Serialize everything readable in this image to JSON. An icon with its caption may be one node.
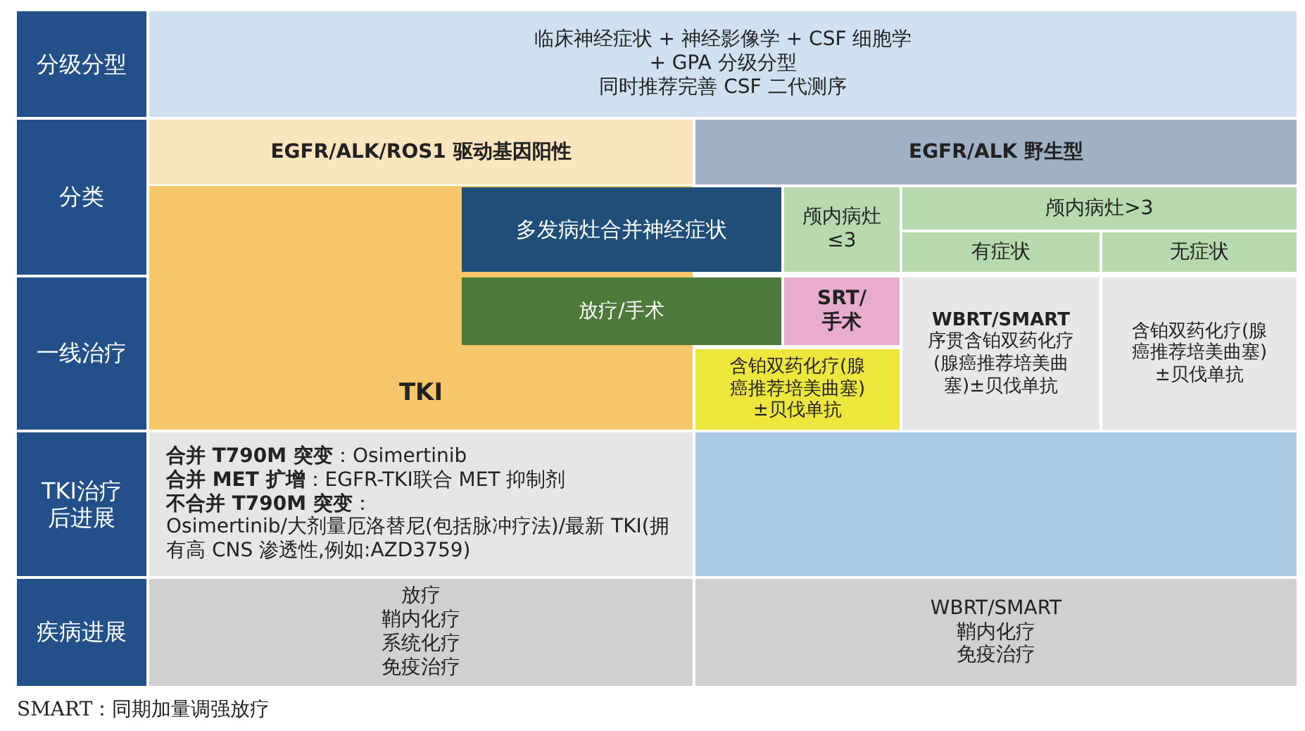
{
  "diagram": {
    "nodes": [
      {
        "text": [
          "分级分型"
        ]
      },
      {
        "text": [
          "分类"
        ]
      },
      {
        "text": [
          "一线治疗"
        ]
      },
      {
        "text": [
          "TKI治疗后进展"
        ]
      },
      {
        "text": [
          "疾病进展"
        ]
      },
      {
        "text": [
          "临床神经症状 + 神经影像学 + CSF 细胞学",
          "+ GPA 分级分型",
          "同时推荐完善 CSF 二代测序"
        ]
      },
      {
        "text": [
          "EGFR/ALK/ROS1 驱动基因阳性"
        ]
      },
      {
        "text": [
          "EGFR/ALK 野生型"
        ]
      },
      {
        "text": [
          "TKI"
        ]
      },
      {
        "text": [
          "多发病灶合并神经症状"
        ]
      },
      {
        "text": [
          "颅内病灶≤3"
        ]
      },
      {
        "text": [
          "颅内病灶>3"
        ]
      },
      {
        "text": [
          "有症状"
        ]
      },
      {
        "text": [
          "无症状"
        ]
      },
      {
        "text": [
          "放疗/手术"
        ]
      },
      {
        "text": [
          "SRT/手术"
        ]
      },
      {
        "text": [
          "含铂双药化疗(腺癌推荐培美曲塞)±贝伐单抗"
        ]
      },
      {
        "text": [
          "WBRT/SMART",
          "序贯含铂双药化疗(腺癌推荐培美曲塞)±贝伐单抗"
        ]
      },
      {
        "text": [
          "含铂双药化疗(腺癌推荐培美曲塞)±贝伐单抗"
        ]
      },
      {
        "text": [
          "**合并 T790M 突变**：Osimertinib",
          "**合并 MET 扩增**：EGFR-TKI联合 MET 抑制剂",
          "**不合并 T790M 突变**：",
          "Osimertinib/大剂量厄洛替尼(包括脉冲疗法)/最新 TKI(拥有高 CNS 渗透性,例如:AZD3759)"
        ]
      },
      {
        "text": [],
        "shape": "box"
      },
      {
        "text": [
          "放疗",
          "鞘内化疗",
          "系统化疗",
          "免疫治疗"
        ]
      },
      {
        "text": [
          "WBRT/SMART",
          "鞘内化疗",
          "免疫治疗"
        ]
      }
    ],
    "labels": [
      "SMART：同期加量调强放疗"
    ]
  }
}
